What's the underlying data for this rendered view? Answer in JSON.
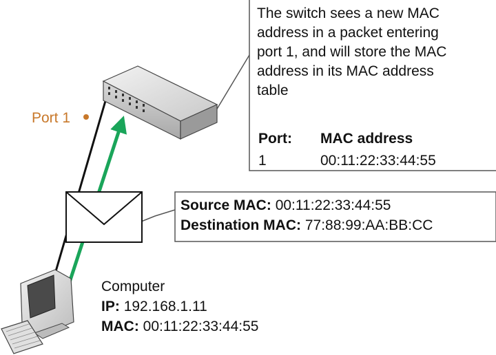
{
  "callout": {
    "text": "The switch sees a new MAC\naddress in a packet entering\nport 1, and will store the MAC\naddress in its MAC address\ntable"
  },
  "mac_table": {
    "header_port": "Port:",
    "header_mac": "MAC address",
    "rows": [
      {
        "port": "1",
        "mac": "00:11:22:33:44:55"
      }
    ]
  },
  "packet": {
    "source_label": "Source MAC:",
    "source_value": "00:11:22:33:44:55",
    "destination_label": "Destination MAC:",
    "destination_value": "77:88:99:AA:BB:CC"
  },
  "switch": {
    "port_label": "Port 1",
    "port_color": "#c8782a"
  },
  "computer": {
    "name": "Computer",
    "ip_label": "IP:",
    "ip_value": "192.168.1.11",
    "mac_label": "MAC:",
    "mac_value": "00:11:22:33:44:55"
  },
  "colors": {
    "arrow": "#1aa55a",
    "cable": "#111111",
    "port_dot": "#c8782a"
  },
  "icons": [
    "network-switch-icon",
    "envelope-icon",
    "computer-icon",
    "keyboard-icon"
  ]
}
